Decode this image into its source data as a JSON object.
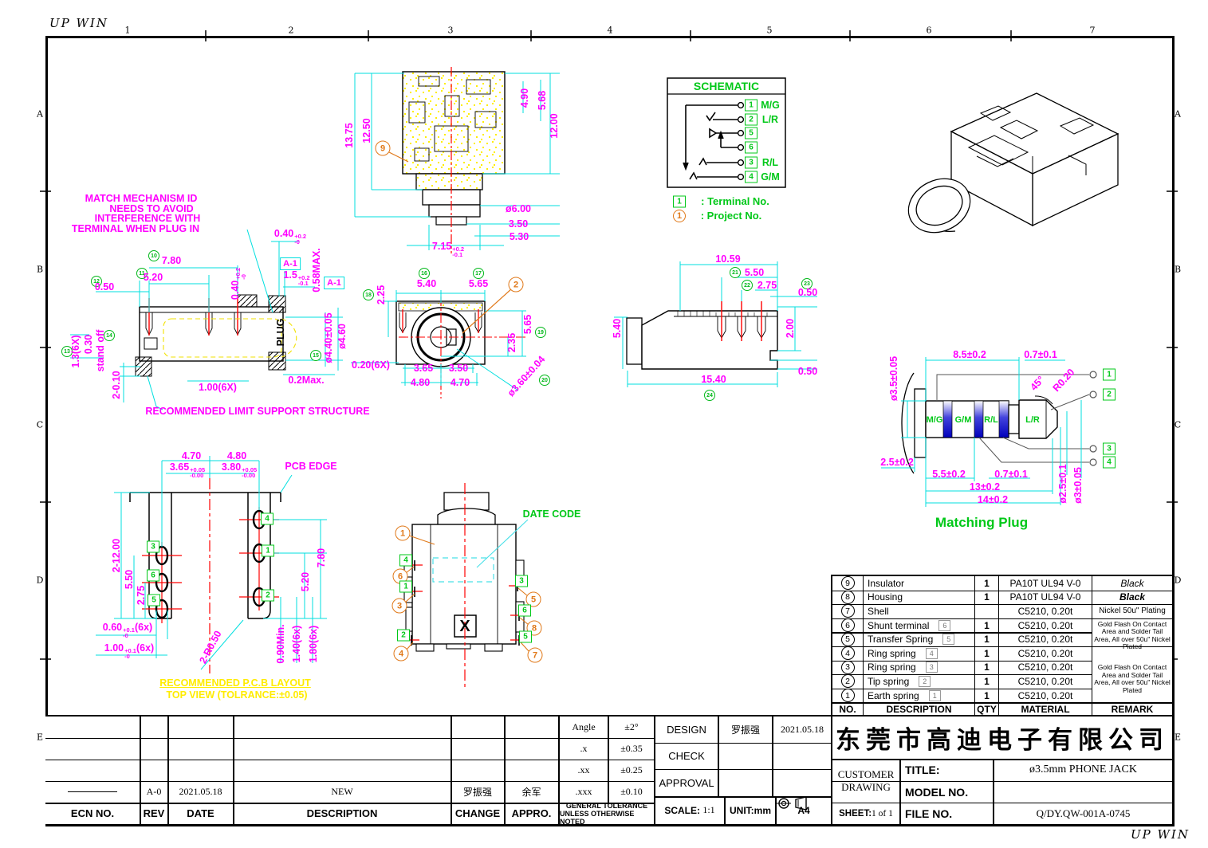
{
  "frame": {
    "brand_top": "UP WIN",
    "brand_bottom": "UP WIN",
    "columns": [
      "1",
      "2",
      "3",
      "4",
      "5",
      "6",
      "7"
    ],
    "rows": [
      "A",
      "B",
      "C",
      "D",
      "E"
    ]
  },
  "notes": {
    "match_mechanism_1": "MATCH MECHANISM ID",
    "match_mechanism_2": "NEEDS TO AVOID",
    "match_mechanism_3": "INTERFERENCE WITH",
    "match_mechanism_4": "TERMINAL WHEN PLUG IN",
    "limit_support": "RECOMMENDED LIMIT SUPPORT STRUCTURE",
    "pcb_caption_1": "RECOMMENDED P.C.B LAYOUT",
    "pcb_caption_2": "TOP VIEW (TOLRANCE:±0.05)",
    "pcb_edge": "PCB EDGE",
    "date_code": "DATE CODE",
    "plug_label": "PLUG"
  },
  "top_view": {
    "balloon": "9",
    "d1": "13.75",
    "d2": "12.50",
    "d3": "4.90",
    "d4": "5.68",
    "d5": "12.00",
    "d6": "ø6.00",
    "d7": "3.50",
    "d8": "5.30",
    "d9": "7.15",
    "d9p": "+0.2",
    "d9m": "-0.1"
  },
  "side_view": {
    "d1": "7.80",
    "d2": "5.20",
    "d3": "0.50",
    "d4": "1.3(6X)",
    "d5": "0.30",
    "d5b": "stand off",
    "d6": "2-0.10",
    "d7": "1.00(6X)",
    "d8": "0.40",
    "d8p": "+0.2",
    "d8m": "-0",
    "a1": "A-1",
    "d9": "1.5",
    "d9p": "+0.2",
    "d9m": "-0.1",
    "d10": "0.58MAX.",
    "d11": "ø4.40±0.05",
    "d12": "ø4.60",
    "d13": "0.2Max."
  },
  "front_view": {
    "balloon": "2",
    "d1": "5.40",
    "d2": "5.65",
    "d3": "2.25",
    "d4": "5.65",
    "d5": "2.35",
    "d6": "3.65",
    "d7": "3.50",
    "d8": "4.80",
    "d9": "4.70",
    "d10": "ø3.60±0.04",
    "d11": "0.20(6X)"
  },
  "right_view": {
    "d1": "10.59",
    "d2": "5.50",
    "d3": "2.75",
    "d4": "0.50",
    "d5": "2.00",
    "d6": "0.50",
    "d7": "5.40",
    "d8": "15.40"
  },
  "schematic": {
    "title": "SCHEMATIC",
    "terminals": [
      {
        "n": "1",
        "label": "M/G"
      },
      {
        "n": "2",
        "label": "L/R"
      },
      {
        "n": "5",
        "label": ""
      },
      {
        "n": "6",
        "label": ""
      },
      {
        "n": "3",
        "label": "R/L"
      },
      {
        "n": "4",
        "label": "G/M"
      }
    ],
    "legend_terminal_n": "1",
    "legend_terminal": ": Terminal No.",
    "legend_project_n": "1",
    "legend_project": ": Project No."
  },
  "plug": {
    "title": "Matching Plug",
    "d1": "ø3.5±0.05",
    "d2": "8.5±0.2",
    "d3": "0.7±0.1",
    "d4": "45°",
    "d5": "R0.20",
    "d6": "2.5±0.2",
    "d7": "5.5±0.2",
    "d8": "0.7±0.1",
    "d9": "13±0.2",
    "d10": "14±0.2",
    "d11": "ø2.5±0.1",
    "d12": "ø3±0.05",
    "bands": [
      "M/G",
      "G/M",
      "R/L",
      "L/R"
    ],
    "terminals": [
      "1",
      "2",
      "3",
      "4"
    ]
  },
  "pcb": {
    "d1": "4.70",
    "d2": "4.80",
    "d3": "3.65",
    "d3p": "+0.05",
    "d3m": "-0.00",
    "d4": "3.80",
    "d4p": "+0.05",
    "d4m": "-0.00",
    "d5": "2-12.00",
    "d6": "5.50",
    "d7": "2.75",
    "d8": "7.80",
    "d9": "5.20",
    "d10": "0.60",
    "d10p": "+0.1",
    "d10m": "-0",
    "d10s": "(6x)",
    "d11": "1.00",
    "d11p": "+0.1",
    "d11m": "-0",
    "d11s": "(6x)",
    "d12": "2-R0.50",
    "d13": "0.90Min.",
    "d14": "1.40(6x)",
    "d15": "1.80(6x)",
    "pads_left": [
      "3",
      "6",
      "5"
    ],
    "pads_right": [
      "4",
      "1",
      "2"
    ]
  },
  "bottom_view": {
    "balloons": {
      "b1": "1",
      "b6": "6",
      "b3": "3",
      "b4": "4",
      "b5": "5",
      "b8": "8",
      "b7": "7"
    },
    "tags": {
      "t4": "4",
      "t1": "1",
      "t2": "2",
      "t3": "3",
      "t6": "6",
      "t5": "5"
    },
    "x_mark": "X"
  },
  "bom": {
    "headers": {
      "no": "NO.",
      "desc": "DESCRIPTION",
      "qty": "QTY",
      "mat": "MATERIAL",
      "rem": "REMARK"
    },
    "rows": [
      {
        "no": "9",
        "desc": "Insulator",
        "qty": "1",
        "mat": "PA10T UL94 V-0",
        "rem": "Black"
      },
      {
        "no": "8",
        "desc": "Housing",
        "qty": "1",
        "mat": "PA10T UL94 V-0",
        "rem": "Black"
      },
      {
        "no": "7",
        "desc": "Shell",
        "qty": "",
        "mat": "C5210, 0.20t",
        "rem": "Nickel 50u\" Plating"
      },
      {
        "no": "6",
        "desc": "Shunt terminal",
        "tag": "6",
        "qty": "1",
        "mat": "C5210, 0.20t"
      },
      {
        "no": "5",
        "desc": "Transfer Spring",
        "tag": "5",
        "qty": "1",
        "mat": "C5210, 0.20t"
      },
      {
        "no": "4",
        "desc": "Ring spring",
        "tag": "4",
        "qty": "1",
        "mat": "C5210, 0.20t"
      },
      {
        "no": "3",
        "desc": "Ring spring",
        "tag": "3",
        "qty": "1",
        "mat": "C5210, 0.20t"
      },
      {
        "no": "2",
        "desc": "Tip spring",
        "tag": "2",
        "qty": "1",
        "mat": "C5210, 0.20t"
      },
      {
        "no": "1",
        "desc": "Earth spring",
        "tag": "1",
        "qty": "1",
        "mat": "C5210, 0.20t"
      }
    ],
    "remark_group_a": "Gold Flash On Contact Area and Solder Tail Area, All over 50u\" Nickel Plated",
    "remark_group_b": "Gold Flash On Contact Area and Solder Tail Area, All over 50u\" Nickel Plated"
  },
  "titleblock": {
    "company": "东莞市高迪电子有限公司",
    "customer_1": "CUSTOMER",
    "customer_2": "DRAWING",
    "title_label": "TITLE:",
    "title_value": "ø3.5mm PHONE JACK",
    "model_label": "MODEL NO.",
    "file_label": "FILE NO.",
    "file_value": "Q/DY.QW-001A-0745",
    "sheet_label": "SHEET:",
    "sheet_value": "1 of 1"
  },
  "signoff": {
    "design": "DESIGN",
    "design_name": "罗振强",
    "design_date": "2021.05.18",
    "check": "CHECK",
    "approval": "APPROVAL",
    "scale_label": "SCALE:",
    "scale_value": "1:1",
    "unit": "UNIT:mm",
    "paper": "A4"
  },
  "tolerance": {
    "rows": [
      {
        "k": "Angle",
        "v": "±2°"
      },
      {
        "k": ".x",
        "v": "±0.35"
      },
      {
        "k": ".xx",
        "v": "±0.25"
      },
      {
        "k": ".xxx",
        "v": "±0.10"
      }
    ],
    "note_1": "GENERAL TOLERANCE",
    "note_2": "UNLESS OTHERWISE NOTED"
  },
  "revision": {
    "headers": {
      "ecn": "ECN NO.",
      "rev": "REV",
      "date": "DATE",
      "desc": "DESCRIPTION",
      "change": "CHANGE",
      "appro": "APPRO."
    },
    "row": {
      "rev": "A-0",
      "date": "2021.05.18",
      "desc": "NEW",
      "change": "罗振强",
      "appro": "余军"
    }
  },
  "qc_markers": [
    "10",
    "11",
    "12",
    "13",
    "14",
    "15",
    "16",
    "17",
    "18",
    "19",
    "20",
    "21",
    "22",
    "23",
    "24"
  ],
  "colors": {
    "dimension_text": "#ff00ff",
    "dimension_line": "#00dfdf",
    "annotation_green": "#00c818",
    "balloon_orange": "#e07818",
    "highlight_yellow": "#ffec00",
    "centerline_red": "#ff0000",
    "band_blue": "#1a1acc"
  }
}
